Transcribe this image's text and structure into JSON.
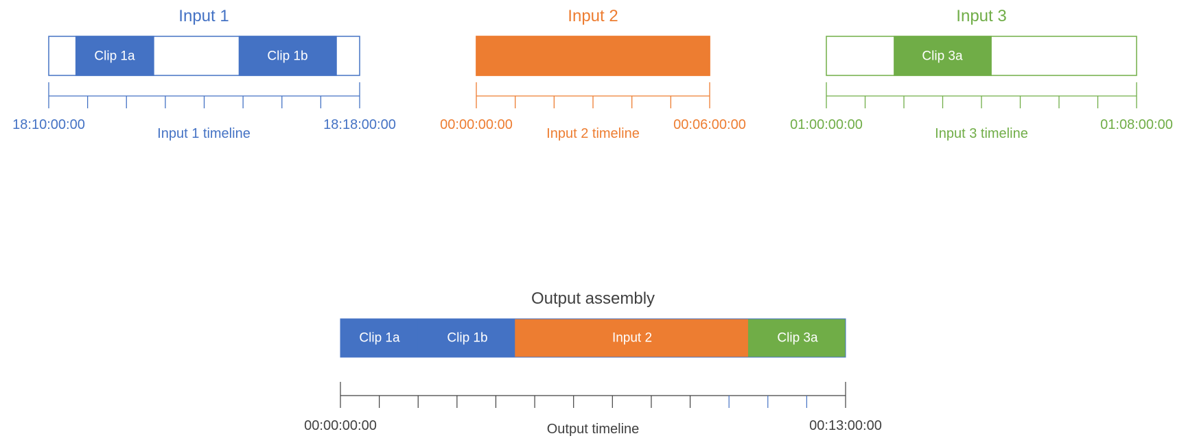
{
  "colors": {
    "input1": "#4472c4",
    "input2": "#ed7d31",
    "input3": "#70ad47",
    "output": "#404040",
    "clip_text": "#ffffff"
  },
  "inputs": [
    {
      "title": "Input 1",
      "color_key": "input1",
      "start_tc": "18:10:00:00",
      "end_tc": "18:18:00:00",
      "timeline_label": "Input 1 timeline",
      "duration_min": 8,
      "ticks": 8,
      "clips": [
        {
          "label": "Clip 1a",
          "start_min": 0.7,
          "end_min": 2.7
        },
        {
          "label": "Clip 1b",
          "start_min": 4.9,
          "end_min": 7.4
        }
      ]
    },
    {
      "title": "Input 2",
      "color_key": "input2",
      "start_tc": "00:00:00:00",
      "end_tc": "00:06:00:00",
      "timeline_label": "Input 2 timeline",
      "duration_min": 6,
      "ticks": 6,
      "clips": [
        {
          "label": "",
          "start_min": 0,
          "end_min": 6
        }
      ]
    },
    {
      "title": "Input 3",
      "color_key": "input3",
      "start_tc": "01:00:00:00",
      "end_tc": "01:08:00:00",
      "timeline_label": "Input 3 timeline",
      "duration_min": 8,
      "ticks": 8,
      "clips": [
        {
          "label": "Clip 3a",
          "start_min": 1.75,
          "end_min": 4.25
        }
      ]
    }
  ],
  "output": {
    "title": "Output assembly",
    "start_tc": "00:00:00:00",
    "end_tc": "00:13:00:00",
    "timeline_label": "Output timeline",
    "duration_min": 13,
    "ticks": 13,
    "segments": [
      {
        "label": "Clip 1a",
        "color_key": "input1",
        "start_min": 0,
        "end_min": 2
      },
      {
        "label": "Clip 1b",
        "color_key": "input1",
        "start_min": 2,
        "end_min": 4.5
      },
      {
        "label": "Input 2",
        "color_key": "input2",
        "start_min": 4.5,
        "end_min": 10.5
      },
      {
        "label": "Clip 3a",
        "color_key": "input3",
        "start_min": 10.5,
        "end_min": 13
      }
    ]
  }
}
